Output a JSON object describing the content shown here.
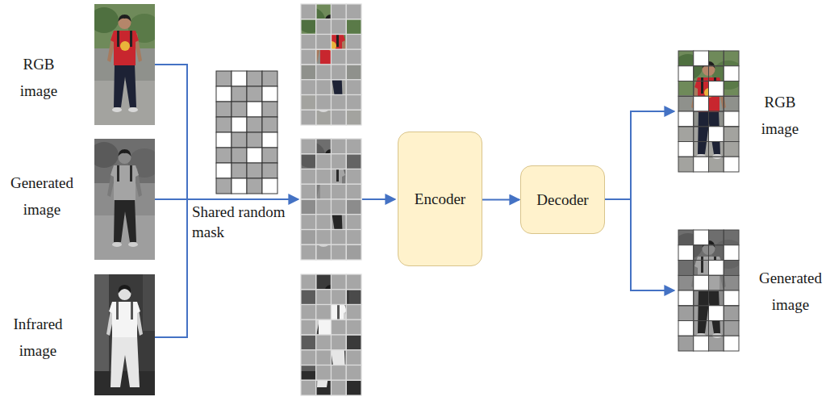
{
  "diagram": {
    "nodes": [
      {
        "text": [
          "Encoder"
        ]
      },
      {
        "text": [
          "Decoder"
        ]
      }
    ],
    "edges": [
      {
        "from": 0,
        "to": 1,
        "arrow": "to"
      }
    ],
    "labels": [
      "RGB image",
      "Generated image",
      "Infrared image",
      "Shared random mask",
      "RGB image",
      "Generated image"
    ]
  }
}
